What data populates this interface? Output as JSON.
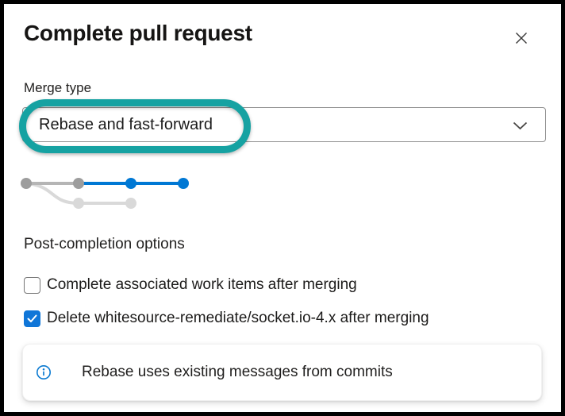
{
  "dialog": {
    "title": "Complete pull request"
  },
  "merge": {
    "label": "Merge type",
    "selected_option": "Rebase and fast-forward"
  },
  "post_completion": {
    "heading": "Post-completion options",
    "options": [
      {
        "label": "Complete associated work items after merging",
        "checked": false
      },
      {
        "label": "Delete whitesource-remediate/socket.io-4.x after merging",
        "checked": true
      }
    ]
  },
  "info": {
    "message": "Rebase uses existing messages from commits"
  },
  "icons": {
    "close": "close-icon",
    "chevron": "chevron-down-icon",
    "check": "checkmark-icon",
    "info": "info-circle-icon"
  },
  "colors": {
    "annotation_teal": "#16A2A2",
    "branch_blue": "#0078D4",
    "checkbox_checked_blue": "#1076D8",
    "info_icon_blue": "#0B7AD1",
    "commit_gray": "#9D9D9D",
    "commit_line_gray": "#B5B5B5",
    "commit_light_gray": "#D9D9D9",
    "frame_border": "#000000"
  }
}
